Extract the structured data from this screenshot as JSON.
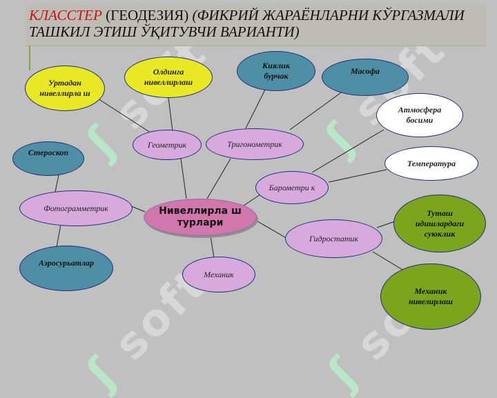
{
  "title": {
    "part1": "КЛАССТЕР",
    "part2": " (ГЕОДЕЗИЯ) ",
    "part3": "(ФИКРИЙ ЖАРАЁНЛАРНИ КЎРГАЗМАЛИ ТАШКИЛ ЭТИШ ЎҚИТУВЧИ ВАРИАНТИ)"
  },
  "watermark": "soft",
  "colors": {
    "title_accent": "#cc1111",
    "lilac_node": "#d7a9dd",
    "yellow_node": "#e8e825",
    "teal_node": "#4f8fa6",
    "green_node": "#7aa51c",
    "center_node": "#d277ad"
  },
  "nodes": {
    "center": "Нивеллирла ш турлари",
    "geometric": "Геометрик",
    "trigonometric": "Тригонометрик",
    "barometric": "Барометри к",
    "hydrostatic": "Гидростатик",
    "mechanic": "Механик",
    "photogrammetric": "Фотограмметрик",
    "from_middle": "Уртадан нивеллирла ш",
    "from_front": "Олдинга нивеллирлаш",
    "slope_angle": "Киялик бурчак",
    "distance": "Масофа",
    "atm_pressure": "Атмосфера босими",
    "temperature": "Температура",
    "connected_vessels": "Туташ идишлардаги суюклик",
    "mech_leveling": "Механик нивелирлаш",
    "stereoscope": "Стероскоп",
    "aerial_photos": "Аэросурьатлар"
  }
}
